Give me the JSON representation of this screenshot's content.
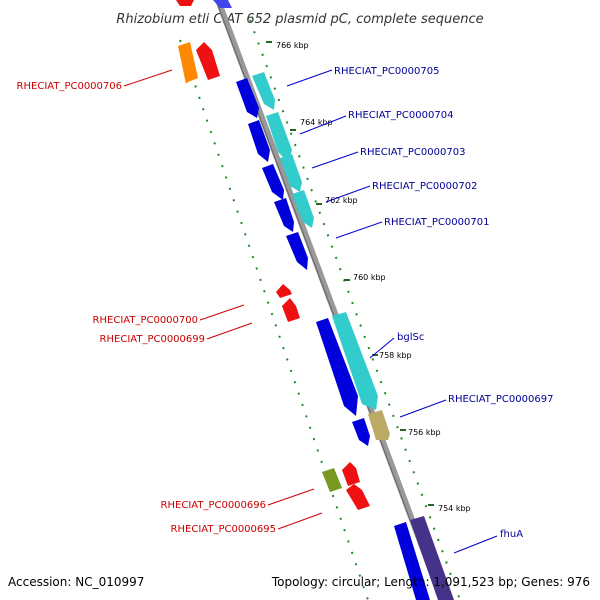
{
  "title": "Rhizobium etli CIAT 652 plasmid pC, complete sequence",
  "footer": {
    "accession": "Accession: NC_010997",
    "topology": "Topology: circular; Length: 1,091,523 bp; Genes: 976"
  },
  "ticks": [
    "766 kbp",
    "764 kbp",
    "762 kbp",
    "760 kbp",
    "758 kbp",
    "756 kbp",
    "754 kbp"
  ],
  "genes_right": [
    "RHECIAT_PC0000705",
    "RHECIAT_PC0000704",
    "RHECIAT_PC0000703",
    "RHECIAT_PC0000702",
    "RHECIAT_PC0000701",
    "bglSc",
    "RHECIAT_PC0000697",
    "fhuA"
  ],
  "genes_left": [
    "RHECIAT_PC0000706",
    "RHECIAT_PC0000700",
    "RHECIAT_PC0000699",
    "RHECIAT_PC0000696",
    "RHECIAT_PC0000695"
  ],
  "colors": {
    "forward_strand": "#0000dd",
    "forward_alt": "#33cccc",
    "reverse_strand": "#ee1111",
    "orange": "#ff8800",
    "olive": "#779922",
    "khaki": "#bbaa66",
    "purple": "#443388",
    "backbone": "#888888",
    "dotted_track": "#228822"
  }
}
